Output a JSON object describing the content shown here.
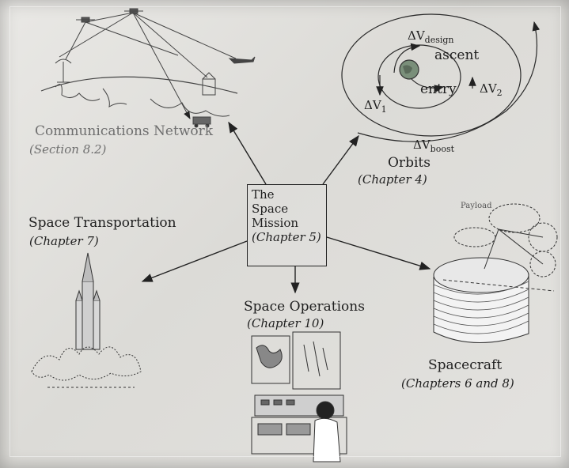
{
  "center": {
    "line1": "The",
    "line2": "Space",
    "line3": "Mission",
    "chapter": "(Chapter 5)"
  },
  "comms": {
    "title": "Communications Network",
    "section": "(Section 8.2)"
  },
  "orbits": {
    "title": "Orbits",
    "chapter": "(Chapter 4)",
    "labels": {
      "dv": "ΔV",
      "design": "design",
      "ascent": "ascent",
      "entry": "entry",
      "v1": "1",
      "v2": "2",
      "boost": "boost"
    }
  },
  "transport": {
    "title": "Space Transportation",
    "chapter": "(Chapter 7)"
  },
  "operations": {
    "title": "Space Operations",
    "chapter": "(Chapter 10)"
  },
  "spacecraft": {
    "title": "Spacecraft",
    "chapter": "(Chapters 6 and 8)",
    "payload": "Payload"
  },
  "colors": {
    "ink": "#1f1f1f",
    "faded_ink": "#6f6f6f",
    "page": "#e4e3e0"
  }
}
